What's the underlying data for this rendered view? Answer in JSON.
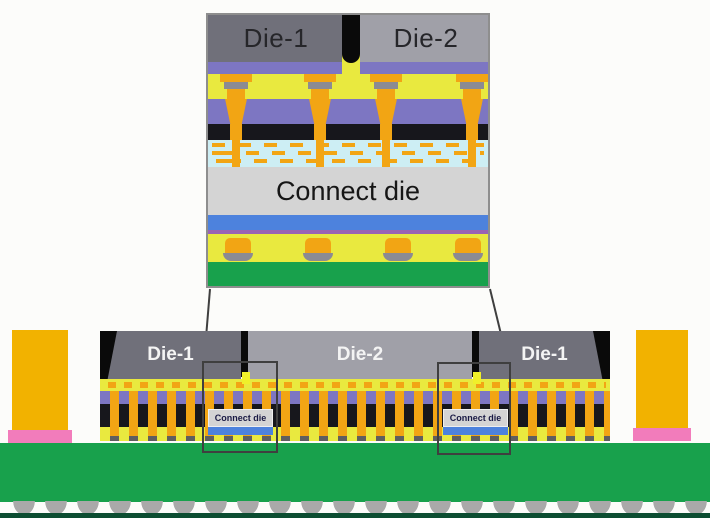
{
  "figure": {
    "kind": "chip-package cross-section with magnified interconnect inset"
  },
  "inset": {
    "labels": {
      "die1": "Die-1",
      "die2": "Die-2",
      "connect_die": "Connect die"
    }
  },
  "package": {
    "die_labels": [
      "Die-1",
      "Die-2",
      "Die-1"
    ],
    "connect_die_labels": [
      "Connect die",
      "Connect die"
    ]
  },
  "colors": {
    "bg_white": "#fcfcfa",
    "substrate_green": "#18a14c",
    "mold_yellow": "#e9e93f",
    "bright_yellow": "#f0f02a",
    "copper_orange": "#f2a514",
    "component_gold": "#f2b200",
    "rdl_purple": "#7d76c2",
    "dielectric_black": "#17171c",
    "rdl_cyan": "#cdeef4",
    "die_dark": "#70707a",
    "die_light": "#a0a0a8",
    "connect_gray": "#d4d4d4",
    "bond_blue": "#4d82dd",
    "adhesive_violet": "#9a64b4",
    "pad_pink": "#f27cbb",
    "solder_gray": "#a9a9a9",
    "solder_bar_gray": "#8b8b93",
    "board_edge_green": "#0c4d31",
    "connect_label_navy": "#1a1a44"
  }
}
